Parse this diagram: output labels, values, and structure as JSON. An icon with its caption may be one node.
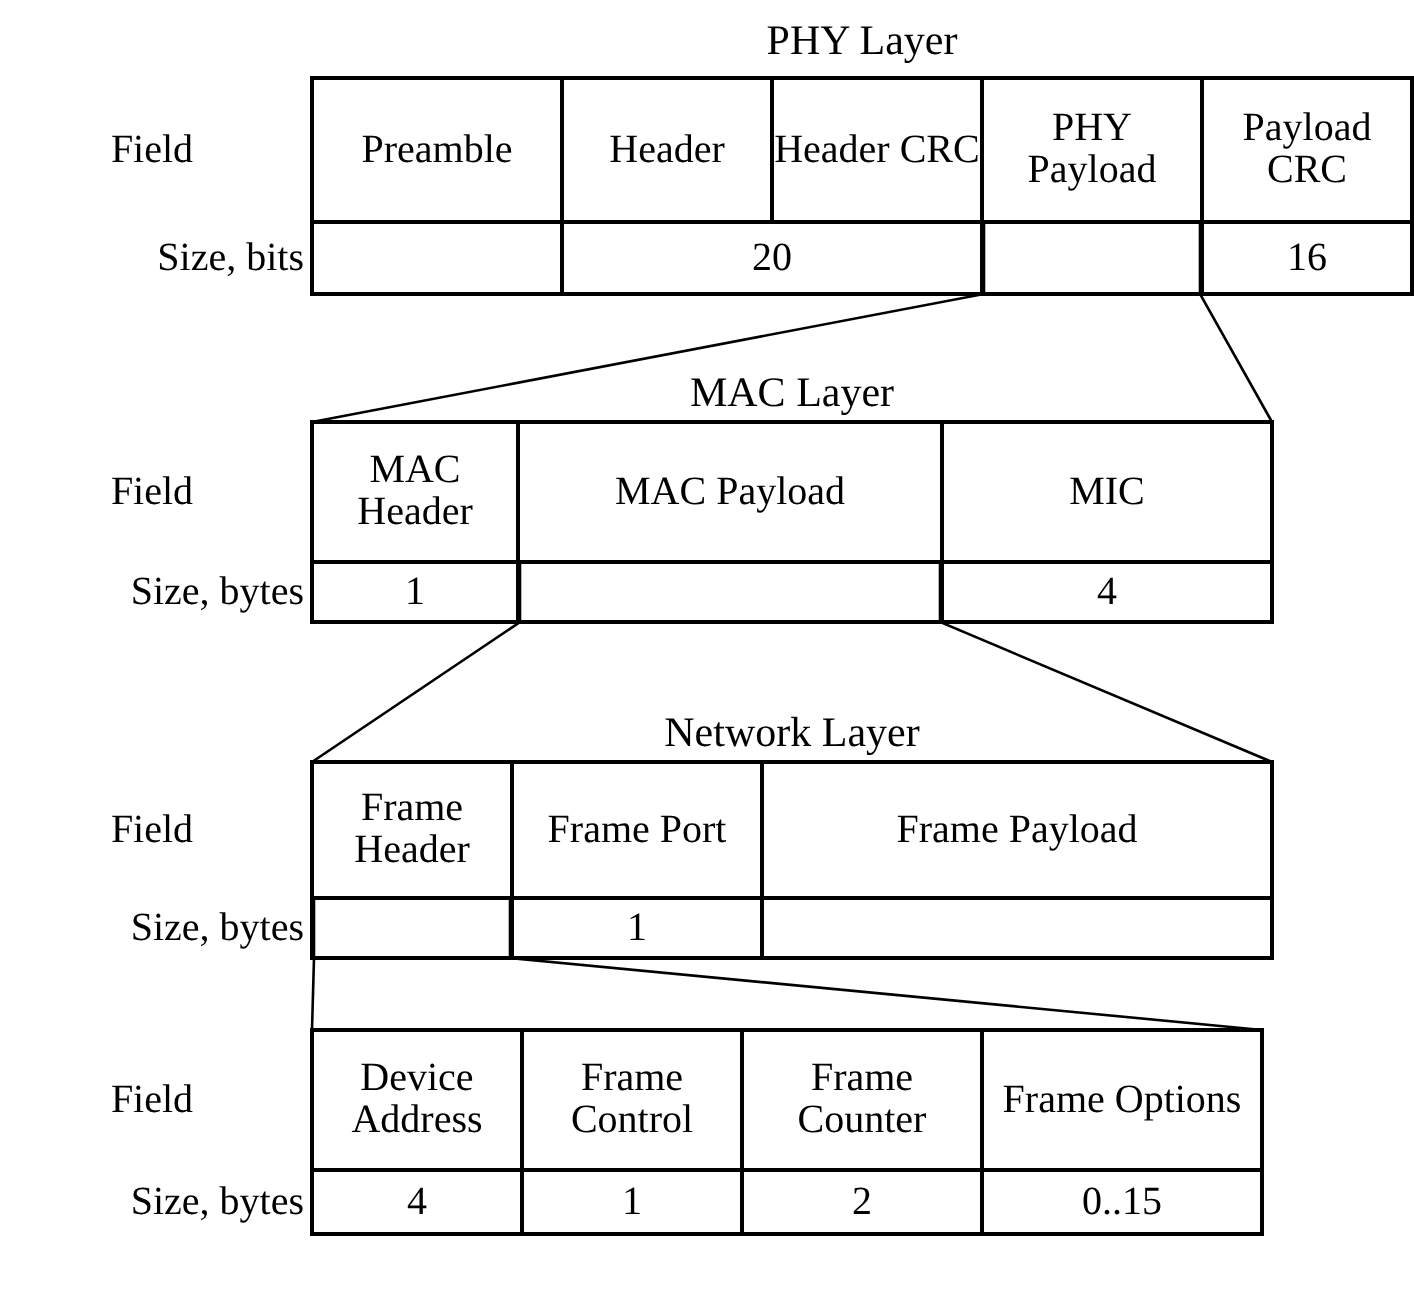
{
  "diagram": {
    "nodes": [
      {
        "text": [
          "PHY Layer"
        ]
      },
      {
        "text": [
          "Preamble"
        ],
        "in": 0
      },
      {
        "text": [
          "Header"
        ],
        "in": 0
      },
      {
        "text": [
          "Header CRC"
        ],
        "in": 0
      },
      {
        "text": [
          "PHY Payload"
        ],
        "in": 0
      },
      {
        "text": [
          "Payload CRC"
        ],
        "in": 0
      },
      {
        "text": [
          "MAC Layer"
        ]
      },
      {
        "text": [
          "MAC Header"
        ],
        "in": 6
      },
      {
        "text": [
          "MAC Payload"
        ],
        "in": 6
      },
      {
        "text": [
          "MIC"
        ],
        "in": 6
      },
      {
        "text": [
          "Network Layer"
        ]
      },
      {
        "text": [
          "Frame Header"
        ],
        "in": 10
      },
      {
        "text": [
          "Frame Port"
        ],
        "in": 10
      },
      {
        "text": [
          "Frame Payload"
        ],
        "in": 10
      },
      {
        "text": [],
        "shape": "box"
      },
      {
        "text": [
          "Device Address"
        ],
        "in": 14
      },
      {
        "text": [
          "Frame Control"
        ],
        "in": 14
      },
      {
        "text": [
          "Frame Counter"
        ],
        "in": 14
      },
      {
        "text": [
          "Frame Options"
        ],
        "in": 14
      }
    ],
    "edges": [
      {
        "from": 4,
        "to": 6,
        "arrow": "none"
      },
      {
        "from": 4,
        "to": 6,
        "arrow": "none"
      },
      {
        "from": 8,
        "to": 10,
        "arrow": "none"
      },
      {
        "from": 8,
        "to": 10,
        "arrow": "none"
      },
      {
        "from": 11,
        "to": 14,
        "arrow": "none"
      },
      {
        "from": 11,
        "to": 14,
        "arrow": "none"
      }
    ],
    "labels": [
      "Field",
      "Size, bits",
      "20",
      "16",
      "Field",
      "Size, bytes",
      "1",
      "4",
      "Field",
      "Size, bytes",
      "1",
      "Field",
      "Size, bytes",
      "4",
      "1",
      "2",
      "0..15"
    ]
  }
}
